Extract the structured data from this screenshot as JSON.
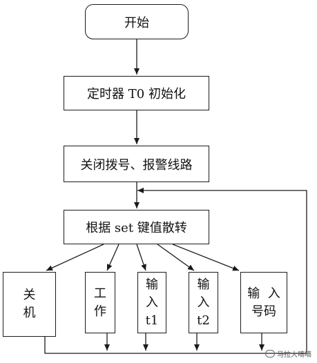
{
  "nodes": {
    "start": "开始",
    "timer_init": "定时器 T0 初始化",
    "close_lines": "关闭拨号、报警线路",
    "dispatch": "根据 set 键值散转",
    "branches": [
      {
        "lines": [
          "关",
          "机"
        ]
      },
      {
        "lines": [
          "工",
          "作"
        ]
      },
      {
        "lines": [
          "输",
          "入",
          "t1"
        ]
      },
      {
        "lines": [
          "输",
          "入",
          "t2"
        ]
      },
      {
        "lines": [
          "输  入",
          "号码"
        ]
      }
    ]
  },
  "watermark": "马拉大嘀嘀",
  "watermark_icon": "wechat-icon"
}
